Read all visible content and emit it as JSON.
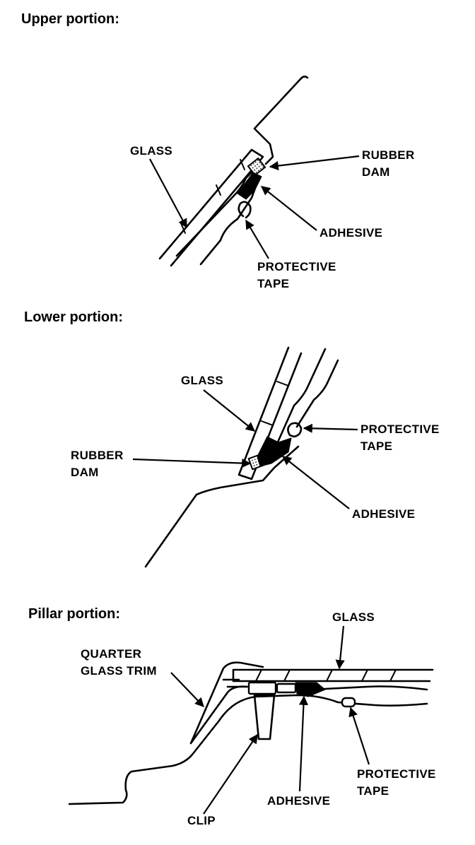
{
  "sections": {
    "upper": {
      "heading": "Upper portion:",
      "labels": {
        "glass": "GLASS",
        "rubber_dam": [
          "RUBBER",
          "DAM"
        ],
        "adhesive": "ADHESIVE",
        "protective_tape": [
          "PROTECTIVE",
          "TAPE"
        ]
      }
    },
    "lower": {
      "heading": "Lower portion:",
      "labels": {
        "glass": "GLASS",
        "rubber_dam": [
          "RUBBER",
          "DAM"
        ],
        "protective_tape": [
          "PROTECTIVE",
          "TAPE"
        ],
        "adhesive": "ADHESIVE"
      }
    },
    "pillar": {
      "heading": "Pillar portion:",
      "labels": {
        "glass": "GLASS",
        "quarter_glass_trim": [
          "QUARTER",
          "GLASS TRIM"
        ],
        "clip": "CLIP",
        "adhesive": "ADHESIVE",
        "protective_tape": [
          "PROTECTIVE",
          "TAPE"
        ]
      }
    }
  }
}
